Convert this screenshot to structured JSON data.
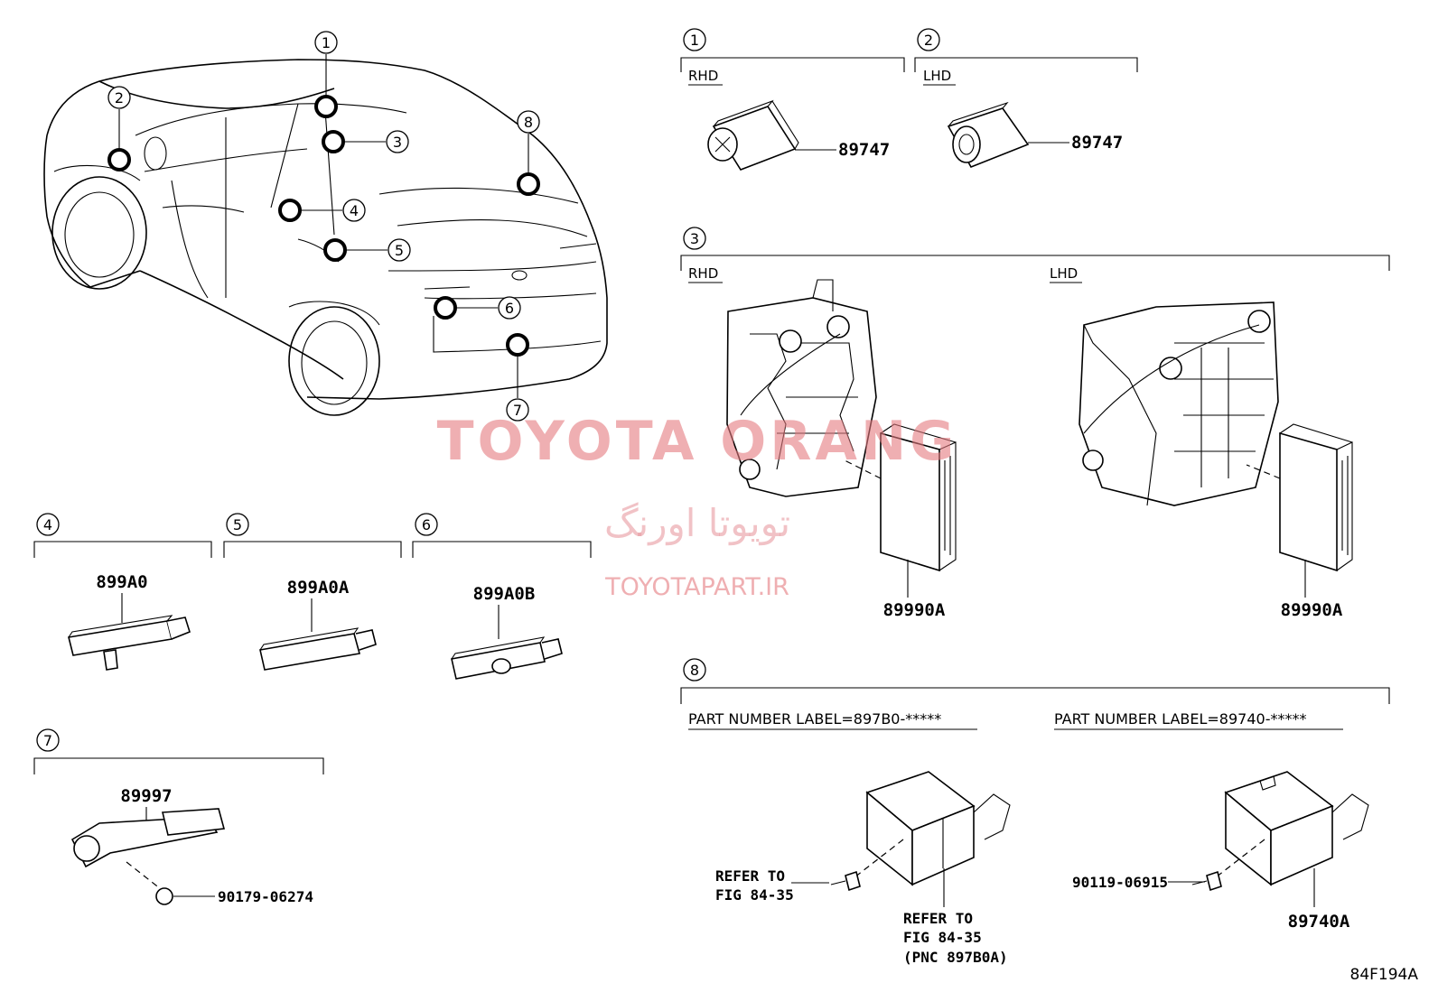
{
  "figure_code": "84F194A",
  "callouts": [
    "1",
    "2",
    "3",
    "4",
    "5",
    "6",
    "7",
    "8"
  ],
  "sections": {
    "s1": {
      "number": "1",
      "variant": "RHD",
      "part": "89747"
    },
    "s2": {
      "number": "2",
      "variant": "LHD",
      "part": "89747"
    },
    "s3": {
      "number": "3",
      "variant_left": "RHD",
      "variant_right": "LHD",
      "part_left": "89990A",
      "part_right": "89990A"
    },
    "s4": {
      "number": "4",
      "part": "899A0"
    },
    "s5": {
      "number": "5",
      "part": "899A0A"
    },
    "s6": {
      "number": "6",
      "part": "899A0B"
    },
    "s7": {
      "number": "7",
      "part": "89997",
      "fastener": "90179-06274"
    },
    "s8": {
      "number": "8",
      "label_left": "PART NUMBER LABEL=897B0-*****",
      "label_right": "PART NUMBER LABEL=89740-*****",
      "refer_bolt_line1": "REFER TO",
      "refer_bolt_line2": "FIG 84-35",
      "refer_unit_line1": "REFER TO",
      "refer_unit_line2": "FIG 84-35",
      "refer_unit_line3": "(PNC 897B0A)",
      "bolt_right": "90119-06915",
      "part_right": "89740A"
    }
  },
  "watermark": {
    "line1": "TOYOTA ORANG",
    "line2": "تویوتا اورنگ",
    "line3": "TOYOTAPART.IR"
  }
}
